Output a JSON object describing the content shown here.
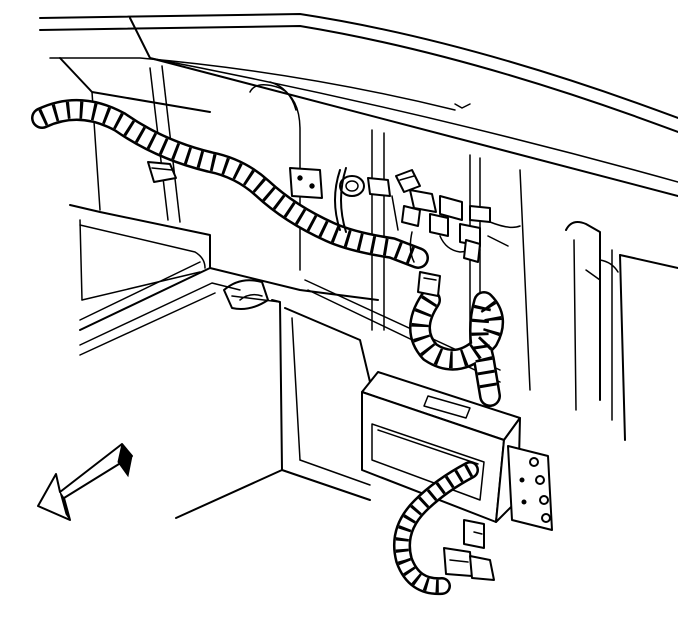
{
  "diagram": {
    "kind": "line-art",
    "line_color": "#000000",
    "background_color": "#ffffff",
    "parts": [
      "vehicle-body-panel",
      "wiring-harness",
      "electrical-connectors",
      "control-module",
      "mounting-bracket",
      "cargo-floor",
      "direction-arrow"
    ],
    "arrow_direction": "down-left"
  }
}
